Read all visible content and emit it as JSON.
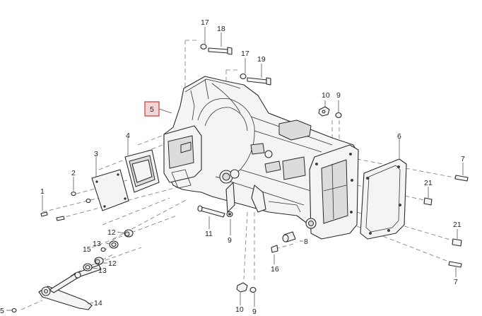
{
  "callouts": {
    "c1": "1",
    "c2": "2",
    "c3": "3",
    "c4": "4",
    "c5": "5",
    "c5b": "5",
    "c6": "6",
    "c7a": "7",
    "c7b": "7",
    "c8": "8",
    "c9a": "9",
    "c9b": "9",
    "c9c": "9",
    "c10a": "10",
    "c10b": "10",
    "c11": "11",
    "c12a": "12",
    "c12b": "12",
    "c13a": "13",
    "c13b": "13",
    "c14": "14",
    "c15": "15",
    "c16": "16",
    "c17a": "17",
    "c17b": "17",
    "c18": "18",
    "c19": "19",
    "c21a": "21",
    "c21b": "21"
  },
  "highlighted_callout": "5",
  "colors": {
    "highlight_fill": "#f2d6d6",
    "highlight_border": "#cc4444",
    "line": "#2a2a2a"
  }
}
